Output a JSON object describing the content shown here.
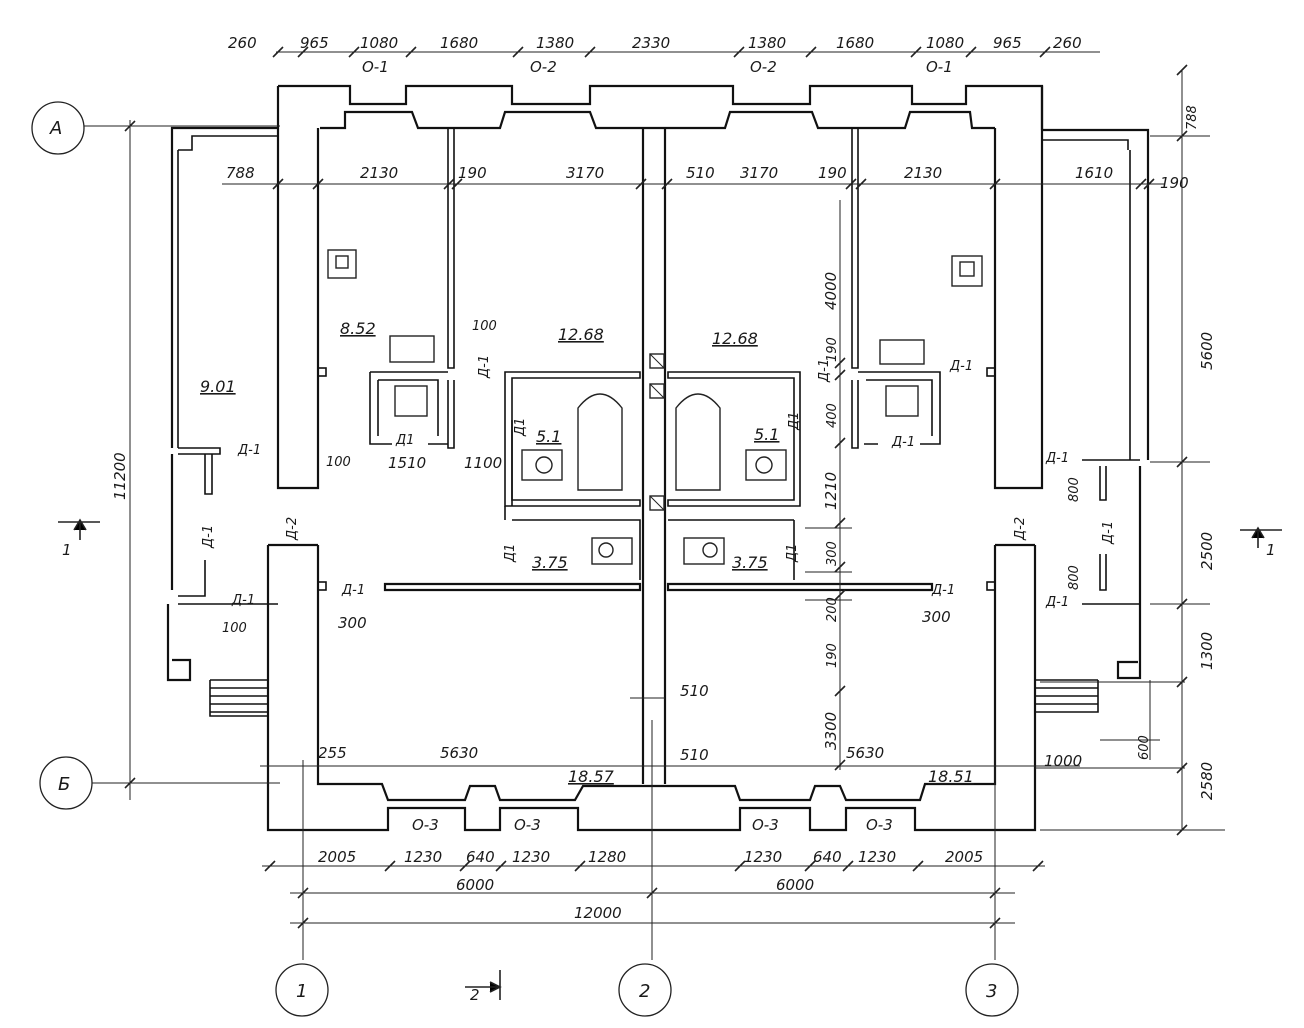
{
  "axes": {
    "rows": [
      "А",
      "Б"
    ],
    "columns": [
      "1",
      "2",
      "3"
    ]
  },
  "section_marks": {
    "left": "1",
    "right": "1",
    "bottom": "2"
  },
  "top_dims_outer": [
    "260",
    "965",
    "1080",
    "1680",
    "1380",
    "2330",
    "1380",
    "1680",
    "1080",
    "965",
    "260"
  ],
  "top_openings": [
    "О-1",
    "О-2",
    "О-2",
    "О-1"
  ],
  "top_dims_inner": [
    "788",
    "2130",
    "190",
    "3170",
    "510",
    "3170",
    "190",
    "2130",
    "1610",
    "190"
  ],
  "bottom_dims_outer": [
    "2005",
    "1230",
    "640",
    "1230",
    "1280",
    "1230",
    "640",
    "1230",
    "2005"
  ],
  "bottom_openings": [
    "О-3",
    "О-3",
    "О-3",
    "О-3"
  ],
  "bottom_totals": [
    "6000",
    "6000",
    "12000"
  ],
  "right_dims": [
    "788",
    "5600",
    "2500",
    "1300",
    "2580",
    "600"
  ],
  "left_dims": [
    "11200"
  ],
  "mid_dims_vertical": [
    "4000",
    "190",
    "400",
    "1210",
    "300",
    "200",
    "190",
    "3300"
  ],
  "misc_dims": [
    "100",
    "100",
    "1510",
    "1100",
    "100",
    "300",
    "300",
    "510",
    "510",
    "255",
    "5630",
    "5630",
    "1000",
    "800",
    "800"
  ],
  "room_areas": [
    "9.01",
    "8.52",
    "12.68",
    "12.68",
    "5.1",
    "5.1",
    "3.75",
    "3.75",
    "18.57",
    "18.51"
  ],
  "doors": [
    "Д-1",
    "Д-2",
    "Д1"
  ]
}
